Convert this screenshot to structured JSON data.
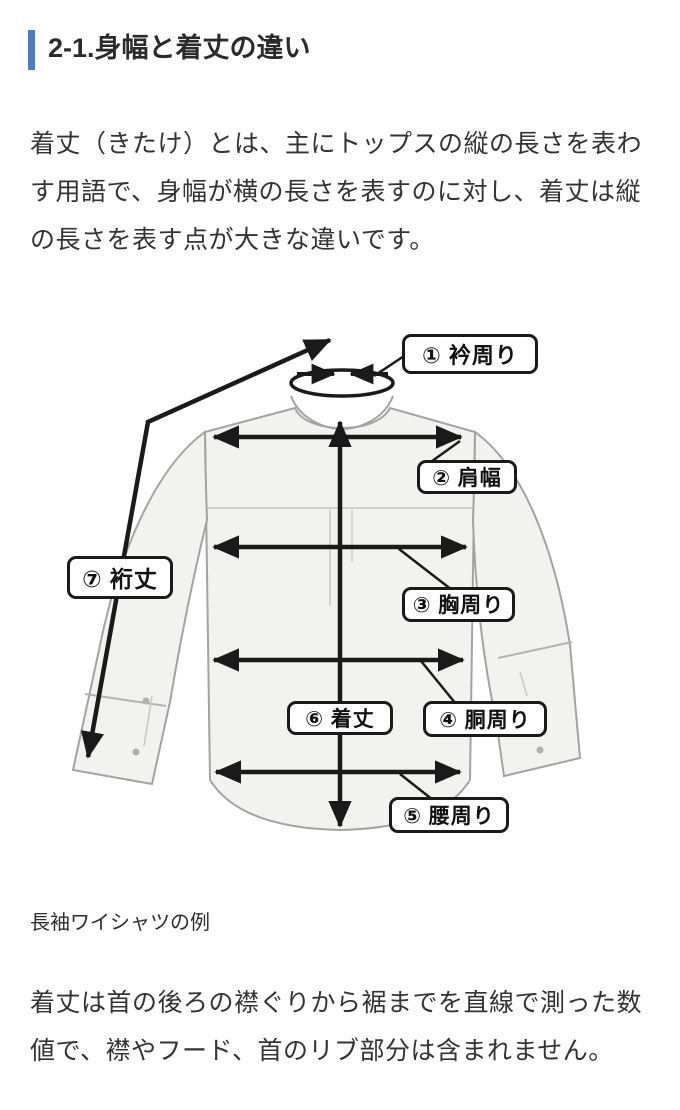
{
  "heading": {
    "text": "2-1.身幅と着丈の違い",
    "accent_color": "#4d7dc5"
  },
  "paragraphs": {
    "intro": "着丈（きたけ）とは、主にトップスの縦の長さを表わ\nす用語で、身幅が横の長さを表すのに対し、着丈は縦\nの長さを表す点が大きな違いです。",
    "outro": "着丈は首の後ろの襟ぐりから裾までを直線で測った数\n値で、襟やフード、首のリブ部分は含まれません。"
  },
  "diagram": {
    "caption": "長袖ワイシャツの例",
    "labels": [
      {
        "id": "collar-circumference",
        "text": "① 衿周り"
      },
      {
        "id": "shoulder-width",
        "text": "② 肩幅"
      },
      {
        "id": "chest-circumference",
        "text": "③ 胸周り"
      },
      {
        "id": "waist-circumference",
        "text": "④ 胴周り"
      },
      {
        "id": "hip-circumference",
        "text": "⑤ 腰周り"
      },
      {
        "id": "garment-length",
        "text": "⑥ 着丈"
      },
      {
        "id": "sleeve-yuki-length",
        "text": "⑦ 裄丈"
      }
    ],
    "colors": {
      "arrow": "#1a1a1a",
      "shirt_fill": "#f2f2f1",
      "shirt_outline": "#a3a3a3"
    }
  }
}
